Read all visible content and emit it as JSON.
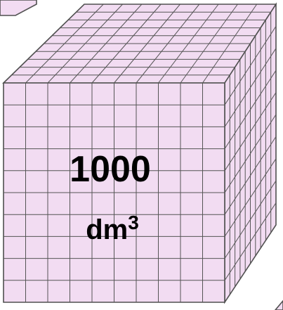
{
  "diagram": {
    "grid_divisions": 10,
    "face_color": "#f2dcf2",
    "line_color": "#505050",
    "label": {
      "value": "1000",
      "unit_base": "dm",
      "unit_exponent": "3"
    }
  }
}
